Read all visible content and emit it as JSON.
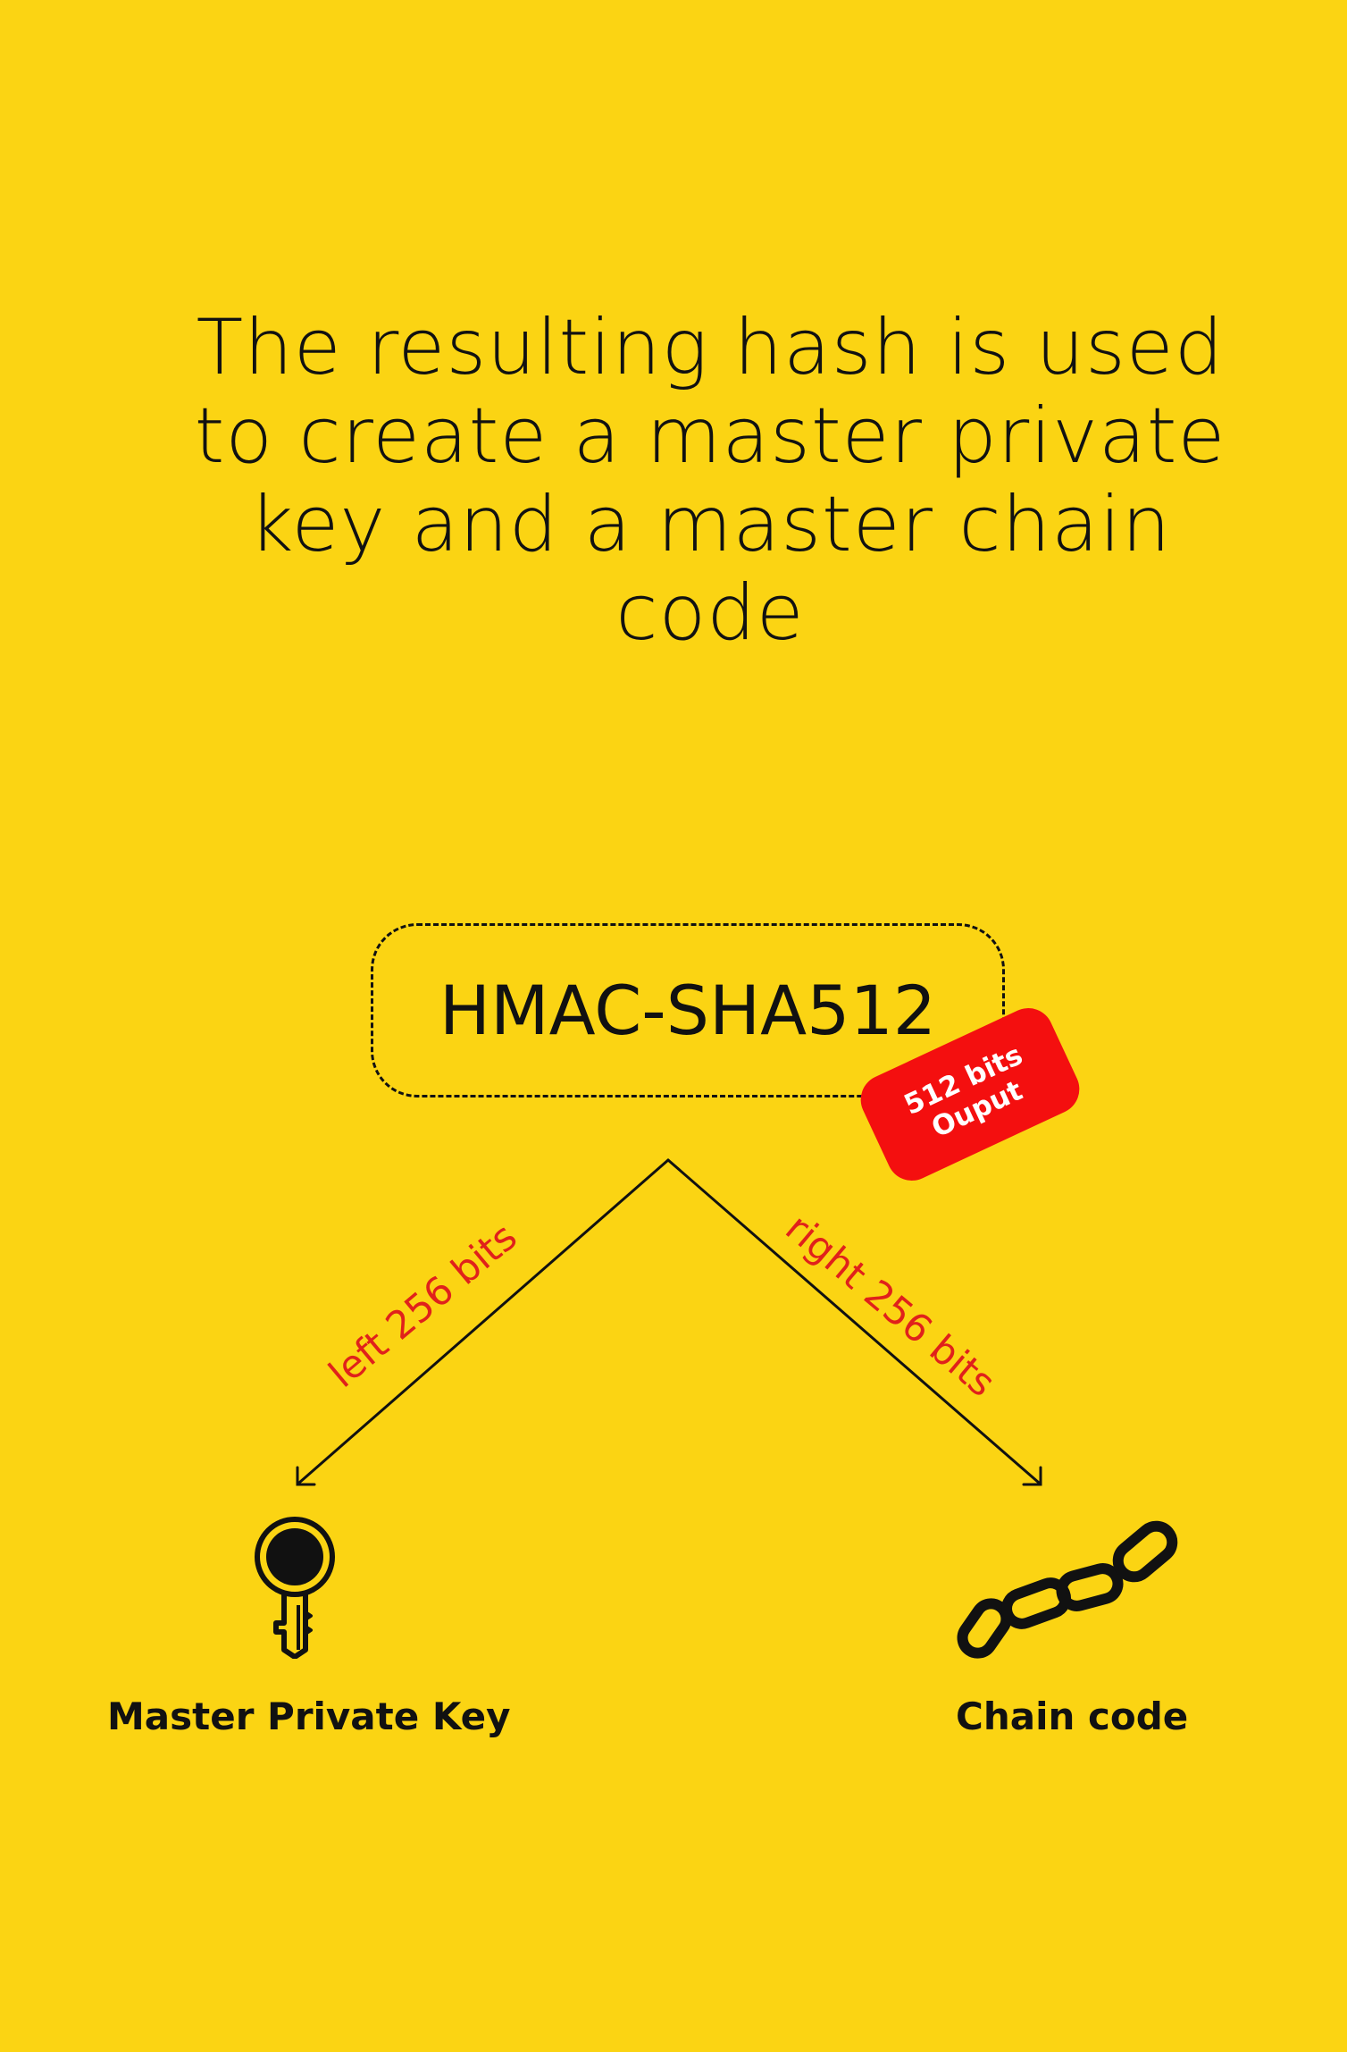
{
  "title": "The resulting hash is used to create a master private key and a master chain code",
  "hmac": {
    "label": "HMAC-SHA512"
  },
  "output_badge": {
    "line1": "512 bits",
    "line2": "Ouput",
    "color": "#f40f0f"
  },
  "branches": {
    "left": {
      "label": "left 256 bits"
    },
    "right": {
      "label": "right 256 bits"
    },
    "label_color": "#e0211b"
  },
  "outputs": {
    "master_private_key": {
      "label": "Master Private Key",
      "icon": "key-icon"
    },
    "chain_code": {
      "label": "Chain code",
      "icon": "chain-icon"
    }
  },
  "colors": {
    "background": "#fbd413",
    "ink": "#111111"
  }
}
